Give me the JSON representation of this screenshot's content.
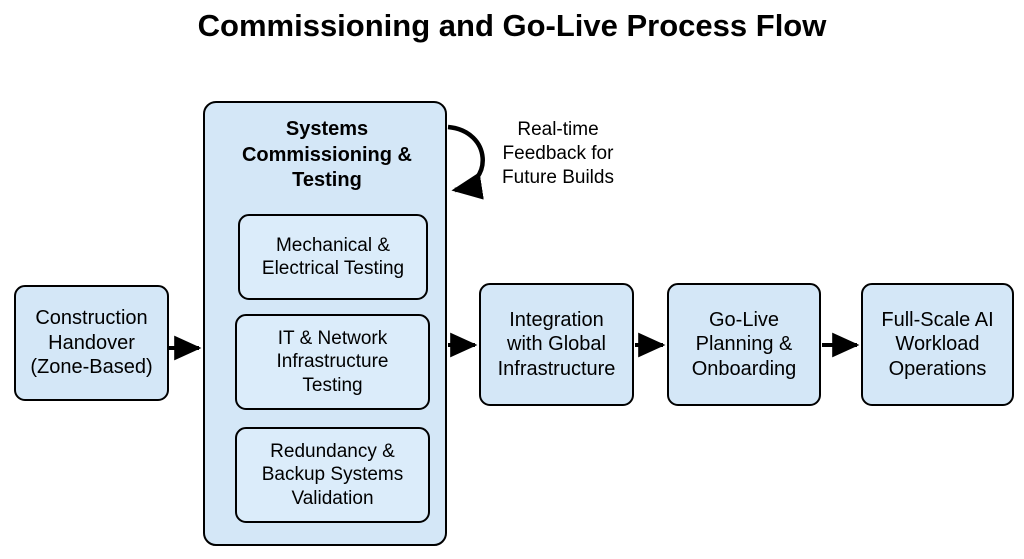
{
  "page": {
    "title": "Commissioning and Go-Live Process Flow",
    "background_color": "#ffffff"
  },
  "theme": {
    "node_fill": "#d4e7f7",
    "subnode_fill": "#dbecfa",
    "stroke": "#000000",
    "text_color": "#000000"
  },
  "diagram": {
    "type": "process-flow",
    "nodes": [
      {
        "id": "construction-handover",
        "label": "Construction\nHandover\n(Zone-Based)",
        "shape": "rounded-rect"
      },
      {
        "id": "systems-commissioning-testing",
        "label": "Systems\nCommissioning &\nTesting",
        "shape": "rounded-rect-container",
        "bold": true,
        "children": [
          {
            "id": "mechanical-electrical-testing",
            "label": "Mechanical &\nElectrical Testing"
          },
          {
            "id": "it-network-infrastructure-testing",
            "label": "IT & Network\nInfrastructure\nTesting"
          },
          {
            "id": "redundancy-backup-systems-validation",
            "label": "Redundancy &\nBackup Systems\nValidation"
          }
        ]
      },
      {
        "id": "integration-global-infrastructure",
        "label": "Integration\nwith Global\nInfrastructure",
        "shape": "rounded-rect"
      },
      {
        "id": "go-live-planning-onboarding",
        "label": "Go-Live\nPlanning &\nOnboarding",
        "shape": "rounded-rect"
      },
      {
        "id": "full-scale-ai-workload-operations",
        "label": "Full-Scale AI\nWorkload\nOperations",
        "shape": "rounded-rect"
      }
    ],
    "edges": [
      {
        "id": "edge-1",
        "from": "construction-handover",
        "to": "systems-commissioning-testing",
        "label": ""
      },
      {
        "id": "edge-2",
        "from": "systems-commissioning-testing",
        "to": "integration-global-infrastructure",
        "label": ""
      },
      {
        "id": "edge-3",
        "from": "integration-global-infrastructure",
        "to": "go-live-planning-onboarding",
        "label": ""
      },
      {
        "id": "edge-4",
        "from": "go-live-planning-onboarding",
        "to": "full-scale-ai-workload-operations",
        "label": ""
      },
      {
        "id": "edge-feedback-loop",
        "from": "systems-commissioning-testing",
        "to": "systems-commissioning-testing",
        "label": "Real-time\nFeedback for\nFuture Builds",
        "style": "self-loop"
      }
    ]
  }
}
